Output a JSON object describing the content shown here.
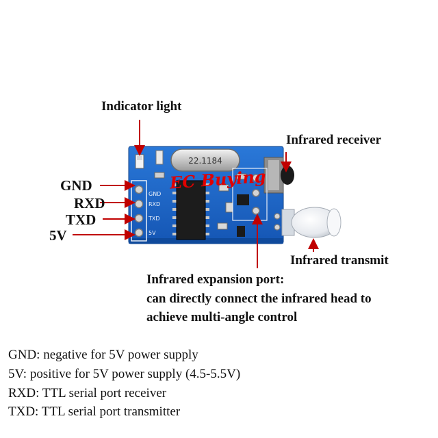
{
  "labels": {
    "indicator_light": "Indicator light",
    "infrared_receiver": "Infrared receiver",
    "gnd": "GND",
    "rxd": "RXD",
    "txd": "TXD",
    "v5": "5V",
    "infrared_transmit": "Infrared transmit",
    "expansion_line1": "Infrared expansion port:",
    "expansion_line2": "can directly connect the infrared head to",
    "expansion_line3": "achieve multi-angle control"
  },
  "board": {
    "crystal_text": "22.1184",
    "watermark": "EC Buying",
    "silk_gnd": "GND",
    "silk_rxd": "RXD",
    "silk_txd": "TXD",
    "silk_5v": "5V"
  },
  "descriptions": [
    "GND: negative for 5V power supply",
    "5V: positive for 5V power supply (4.5-5.5V)",
    "RXD: TTL serial port receiver",
    "TXD: TTL serial port transmitter"
  ],
  "colors": {
    "pcb": "#1b63c6",
    "arrow": "#c00000",
    "watermark": "#e00000"
  }
}
